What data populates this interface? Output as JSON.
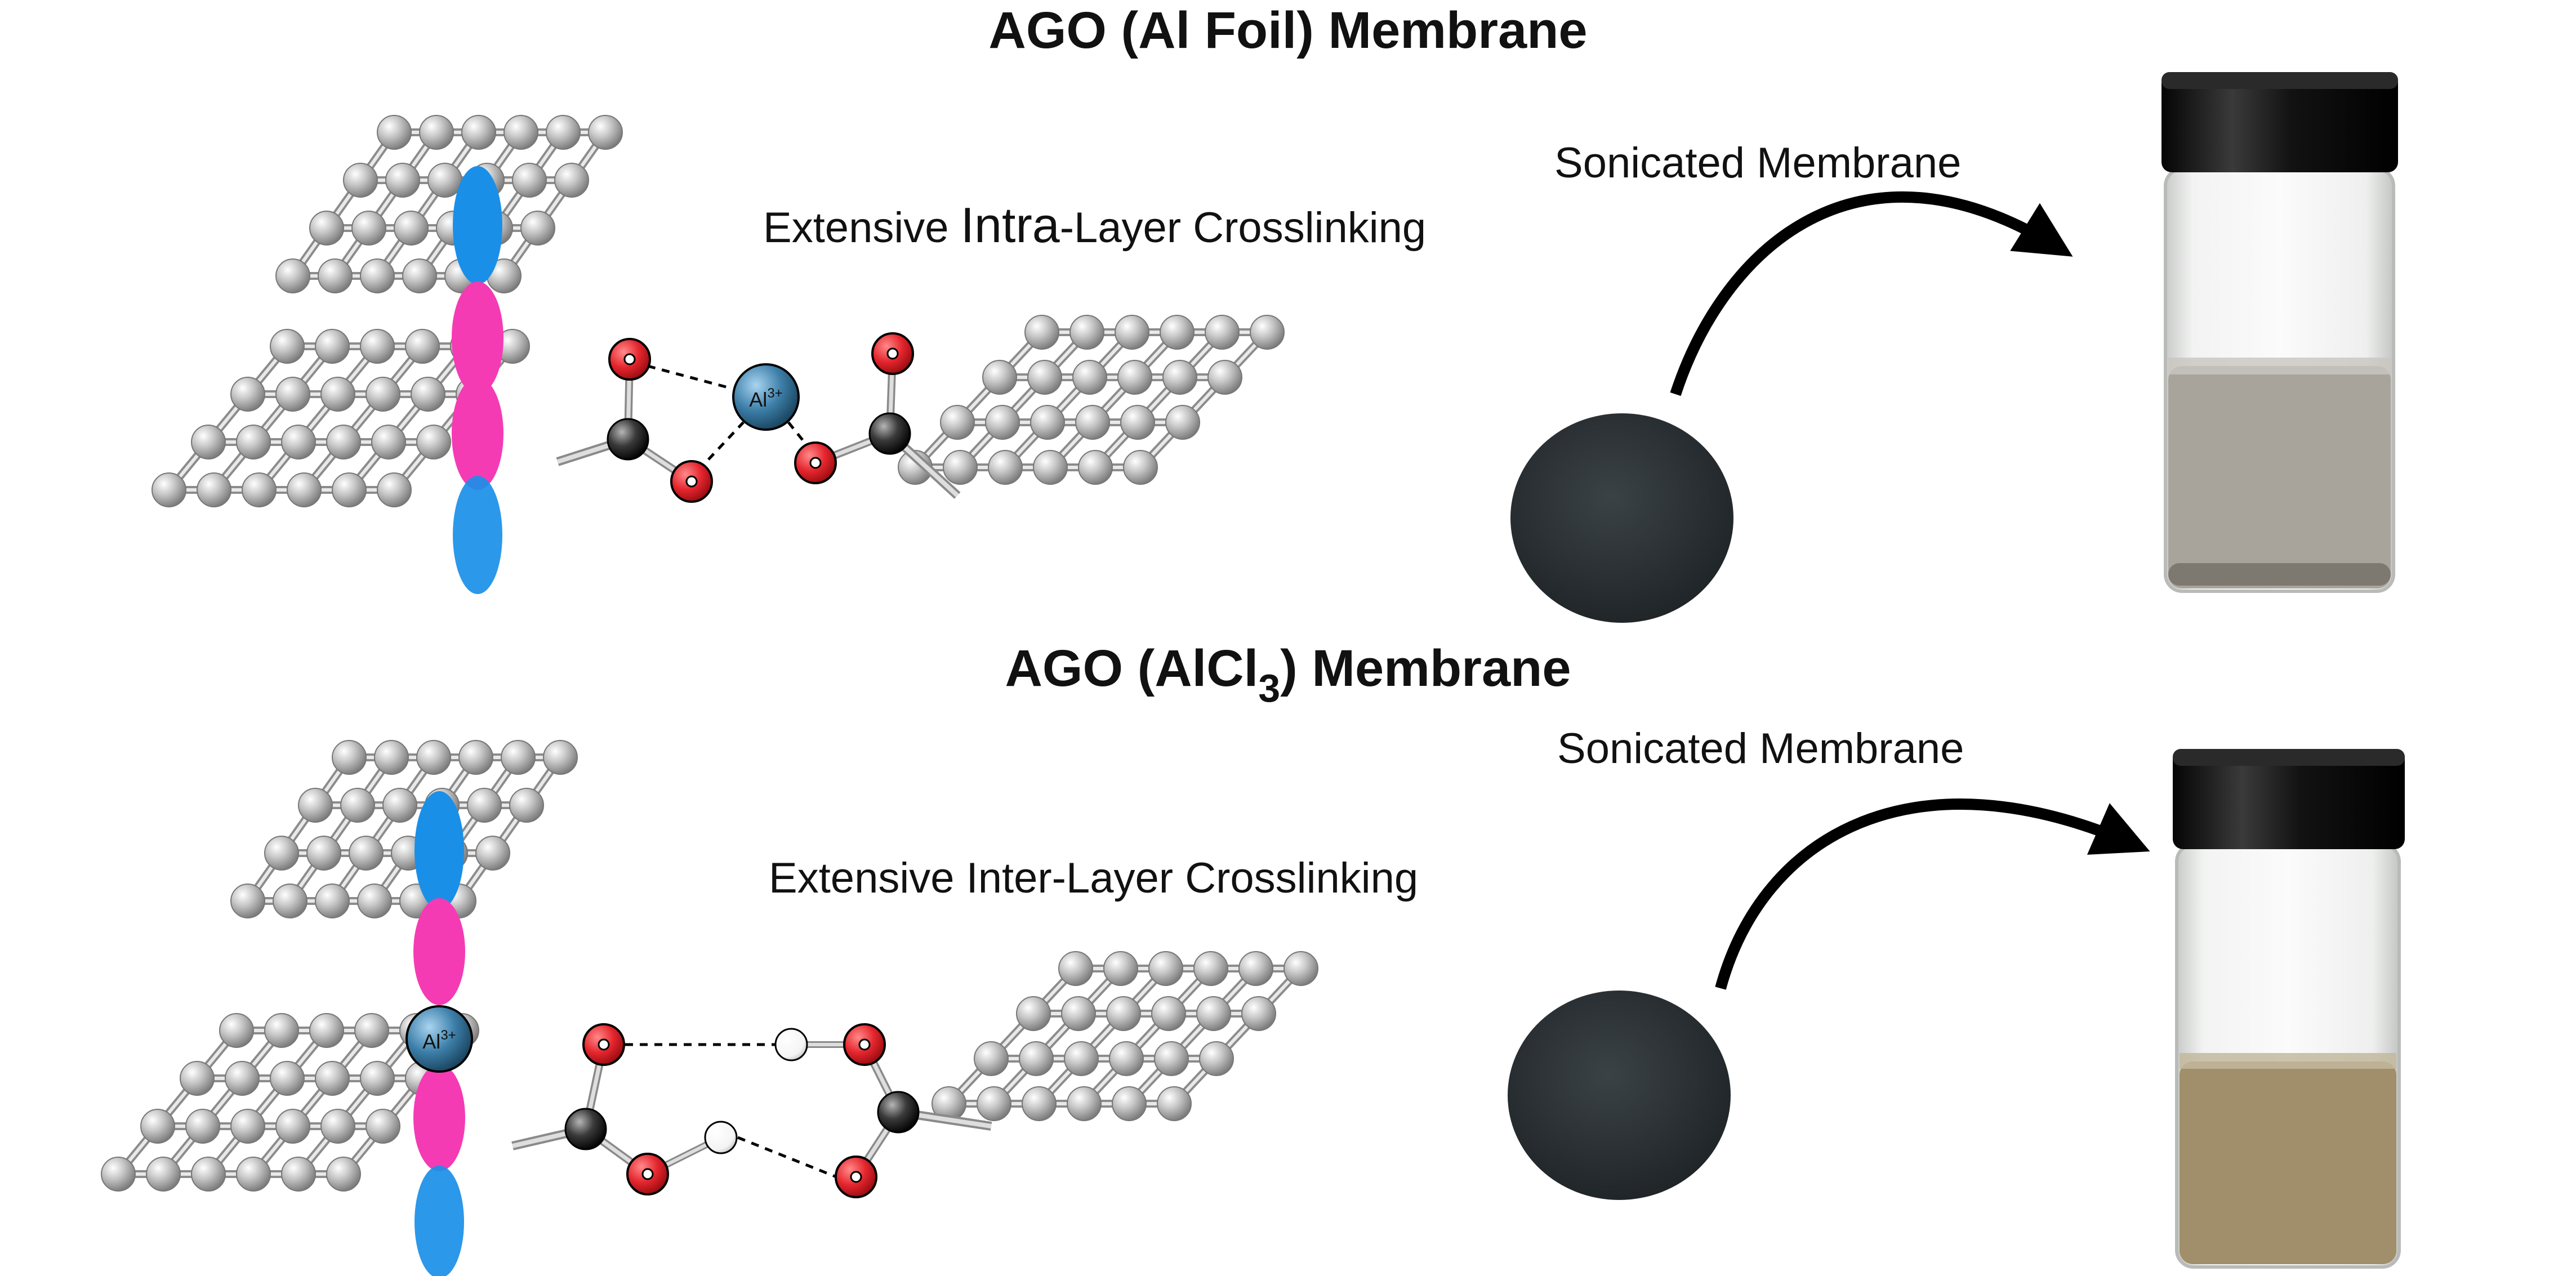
{
  "panels": [
    {
      "title": "AGO (Al Foil) Membrane",
      "title_sub": "",
      "title_suffix": "",
      "annotation_pre": "Extensive ",
      "annotation_em": "Intra",
      "annotation_post": "-Layer Crosslinking",
      "sonication_label": "Sonicated Membrane",
      "ion_label": "Al",
      "ion_charge": "3+",
      "liquid_color": "#a9a49b"
    },
    {
      "title": "AGO (AlCl",
      "title_sub": "3",
      "title_suffix": ") Membrane",
      "annotation_pre": "Extensive ",
      "annotation_em": "",
      "annotation_post": "Inter-Layer Crosslinking",
      "sonication_label": "Sonicated Membrane",
      "ion_label": "Al",
      "ion_charge": "3+",
      "liquid_color": "#a08f6a"
    }
  ],
  "colors": {
    "carbon": "#b7b7b7",
    "oxygen": "#e5262e",
    "ion": "#2f6d95",
    "pink_lobe": "#f43bb4",
    "blue_lobe": "#1a8fe8",
    "membrane": "#2e3438",
    "cap": "#141414"
  }
}
